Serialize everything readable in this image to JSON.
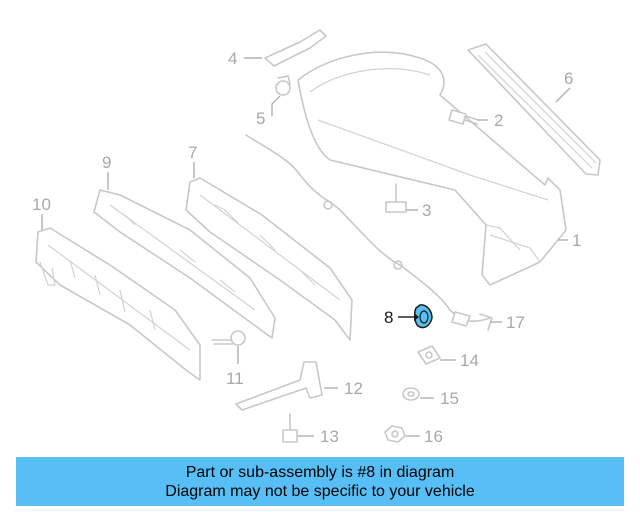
{
  "callouts": {
    "c1": "1",
    "c2": "2",
    "c3": "3",
    "c4": "4",
    "c5": "5",
    "c6": "6",
    "c7": "7",
    "c8": "8",
    "c9": "9",
    "c10": "10",
    "c11": "11",
    "c12": "12",
    "c13": "13",
    "c14": "14",
    "c15": "15",
    "c16": "16",
    "c17": "17"
  },
  "highlight": {
    "part_number": "8",
    "color": "#57bff5"
  },
  "banner": {
    "line1": "Part or sub-assembly is #8 in diagram",
    "line2": "Diagram may not be specific to your vehicle",
    "background": "#57bff5"
  }
}
